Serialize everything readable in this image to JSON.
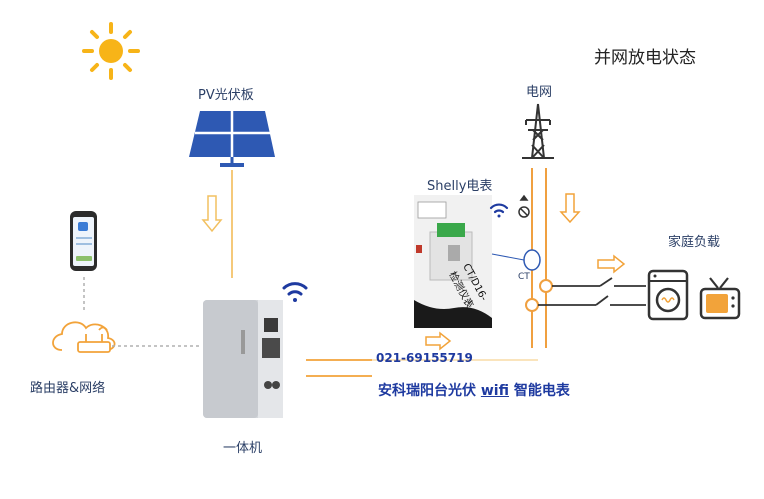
{
  "title": "并网放电状态",
  "labels": {
    "pv": "PV光伏板",
    "grid": "电网",
    "shelly": "Shelly电表",
    "load": "家庭负载",
    "router": "路由器&网络",
    "inverter": "一体机",
    "ct": "CT"
  },
  "meter_photo_text": [
    "CT/D16-",
    "检测仪表"
  ],
  "contact": {
    "phone": "021-69155719",
    "brand_prefix": "安科瑞阳台光伏 ",
    "brand_wifi": "wifi",
    "brand_suffix": " 智能电表"
  },
  "colors": {
    "sun": "#f7b418",
    "flow_arrow": "#f2a33a",
    "power_line": "#f5c97a",
    "grid_line": "#f0a040",
    "accent_blue": "#1e3aa0",
    "panel_blue": "#2e59b3"
  },
  "icons": [
    "sun-icon",
    "solar-panel-icon",
    "transmission-tower-icon",
    "wifi-icon",
    "phone-icon",
    "router-cloud-icon",
    "washing-machine-icon",
    "tv-icon",
    "meter-device-icon",
    "inverter-unit-icon"
  ]
}
